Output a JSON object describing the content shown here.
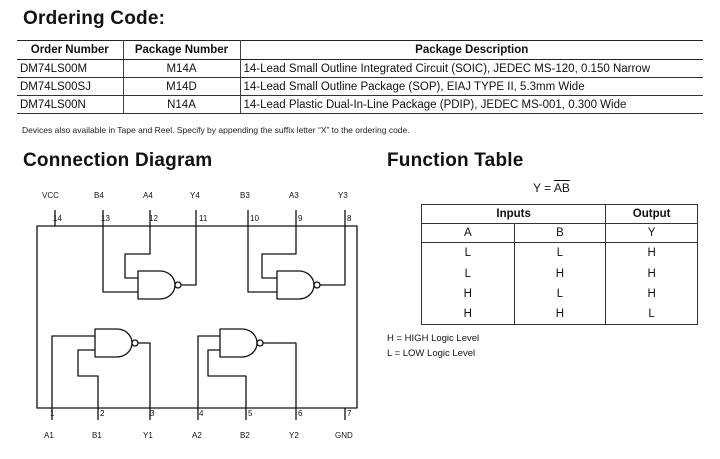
{
  "ordering": {
    "title": "Ordering Code:",
    "headers": [
      "Order Number",
      "Package Number",
      "Package Description"
    ],
    "rows": [
      [
        "DM74LS00M",
        "M14A",
        "14-Lead Small Outline Integrated Circuit (SOIC), JEDEC MS-120, 0.150 Narrow"
      ],
      [
        "DM74LS00SJ",
        "M14D",
        "14-Lead Small Outline Package (SOP), EIAJ TYPE II, 5.3mm Wide"
      ],
      [
        "DM74LS00N",
        "N14A",
        "14-Lead Plastic Dual-In-Line Package (PDIP), JEDEC MS-001, 0.300 Wide"
      ]
    ],
    "note": "Devices also available in Tape and Reel. Specify by appending the suffix letter “X” to the ordering code."
  },
  "connection": {
    "title": "Connection Diagram",
    "top_pins": [
      {
        "num": "14",
        "label": "VCC"
      },
      {
        "num": "13",
        "label": "B4"
      },
      {
        "num": "12",
        "label": "A4"
      },
      {
        "num": "11",
        "label": "Y4"
      },
      {
        "num": "10",
        "label": "B3"
      },
      {
        "num": "9",
        "label": "A3"
      },
      {
        "num": "8",
        "label": "Y3"
      }
    ],
    "bottom_pins": [
      {
        "num": "1",
        "label": "A1"
      },
      {
        "num": "2",
        "label": "B1"
      },
      {
        "num": "3",
        "label": "Y1"
      },
      {
        "num": "4",
        "label": "A2"
      },
      {
        "num": "5",
        "label": "B2"
      },
      {
        "num": "6",
        "label": "Y2"
      },
      {
        "num": "7",
        "label": "GND"
      }
    ]
  },
  "function": {
    "title": "Function Table",
    "equation_prefix": "Y = ",
    "equation_overline": "AB",
    "group_inputs": "Inputs",
    "group_output": "Output",
    "col_headers": [
      "A",
      "B",
      "Y"
    ],
    "rows": [
      [
        "L",
        "L",
        "H"
      ],
      [
        "L",
        "H",
        "H"
      ],
      [
        "H",
        "L",
        "H"
      ],
      [
        "H",
        "H",
        "L"
      ]
    ],
    "legend_high": "H = HIGH Logic Level",
    "legend_low": "L = LOW Logic Level"
  }
}
